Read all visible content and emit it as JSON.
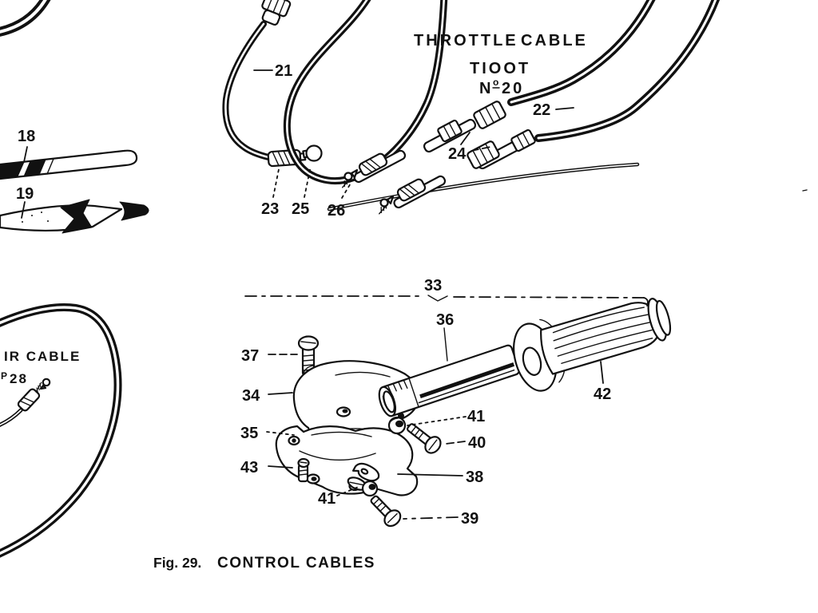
{
  "figure": {
    "caption_prefix": "Fig. 29.",
    "caption_title": "CONTROL CABLES"
  },
  "throttle_cable": {
    "title_word1": "THROTTLE",
    "title_word2": "CABLE",
    "model": "TIOOT",
    "part_no_letter": "N",
    "part_no_sup": "o",
    "part_no_number": "20"
  },
  "air_cable": {
    "label_text": "IR  CABLE",
    "part_no_sup": "P",
    "part_no_number": "28"
  },
  "callouts": {
    "p18": "18",
    "p19": "19",
    "p21": "21",
    "p22": "22",
    "p23": "23",
    "p24": "24",
    "p25": "25",
    "p26": "26",
    "p33": "33",
    "p34": "34",
    "p35": "35",
    "p36": "36",
    "p37": "37",
    "p38": "38",
    "p39": "39",
    "p40": "40",
    "p41_upper": "41",
    "p41_lower": "41",
    "p42": "42",
    "p43": "43"
  },
  "colors": {
    "ink": "#111111",
    "paper": "#ffffff"
  }
}
